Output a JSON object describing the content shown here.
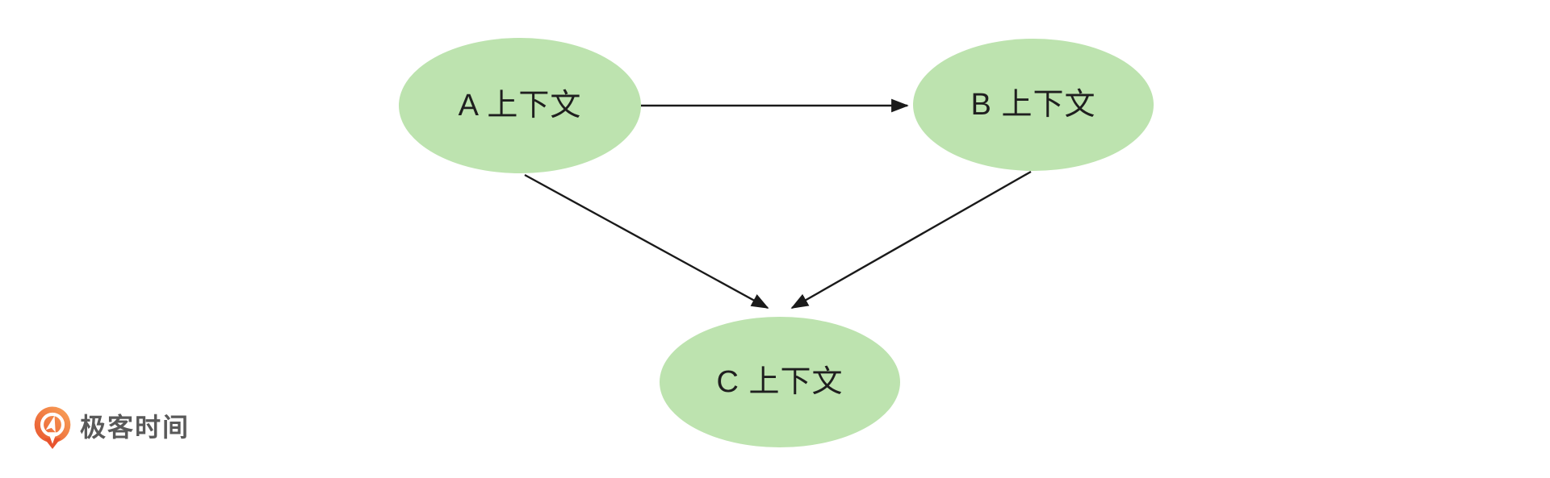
{
  "diagram": {
    "type": "flowchart",
    "nodes": [
      {
        "id": "A",
        "label": "A 上下文"
      },
      {
        "id": "B",
        "label": "B 上下文"
      },
      {
        "id": "C",
        "label": "C 上下文"
      }
    ],
    "edges": [
      {
        "from": "A",
        "to": "B"
      },
      {
        "from": "A",
        "to": "C"
      },
      {
        "from": "B",
        "to": "C"
      }
    ],
    "node_fill": "#bde3af",
    "node_text_color": "#1f1f1f",
    "edge_color": "#1a1a1a"
  },
  "logo": {
    "text": "极客时间",
    "text_color": "#595959",
    "icon_color_light": "#f9a55a",
    "icon_color_dark": "#e8542e"
  }
}
